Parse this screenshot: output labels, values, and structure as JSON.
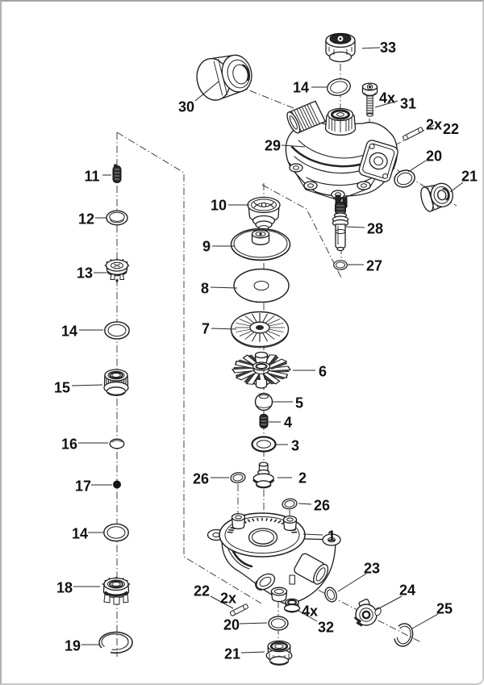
{
  "labels": {
    "n33": "33",
    "n30": "30",
    "n14a": "14",
    "q31": "4x",
    "n31": "31",
    "n29": "29",
    "q22a": "2x",
    "n22a": "22",
    "n20a": "20",
    "n21a": "21",
    "n10": "10",
    "n28": "28",
    "n9": "9",
    "n27": "27",
    "n8": "8",
    "n7": "7",
    "n11": "11",
    "n12": "12",
    "n13": "13",
    "n14b": "14",
    "n15": "15",
    "n16": "16",
    "n17": "17",
    "n14c": "14",
    "n18": "18",
    "n19": "19",
    "n6": "6",
    "n5": "5",
    "n4": "4",
    "n3": "3",
    "n26a": "26",
    "n2": "2",
    "n26b": "26",
    "n1": "1",
    "n22b": "22",
    "q22b": "2x",
    "n20b": "20",
    "n21b": "21",
    "q32": "4x",
    "n32": "32",
    "n23": "23",
    "n24": "24",
    "n25": "25"
  },
  "colors": {
    "ink": "#1c1c1c",
    "background": "#ffffff",
    "axis_line": "#404040",
    "dark_part": "#262626",
    "frame_top": "#a3a3a3",
    "frame_side": "#c9c9c9"
  }
}
